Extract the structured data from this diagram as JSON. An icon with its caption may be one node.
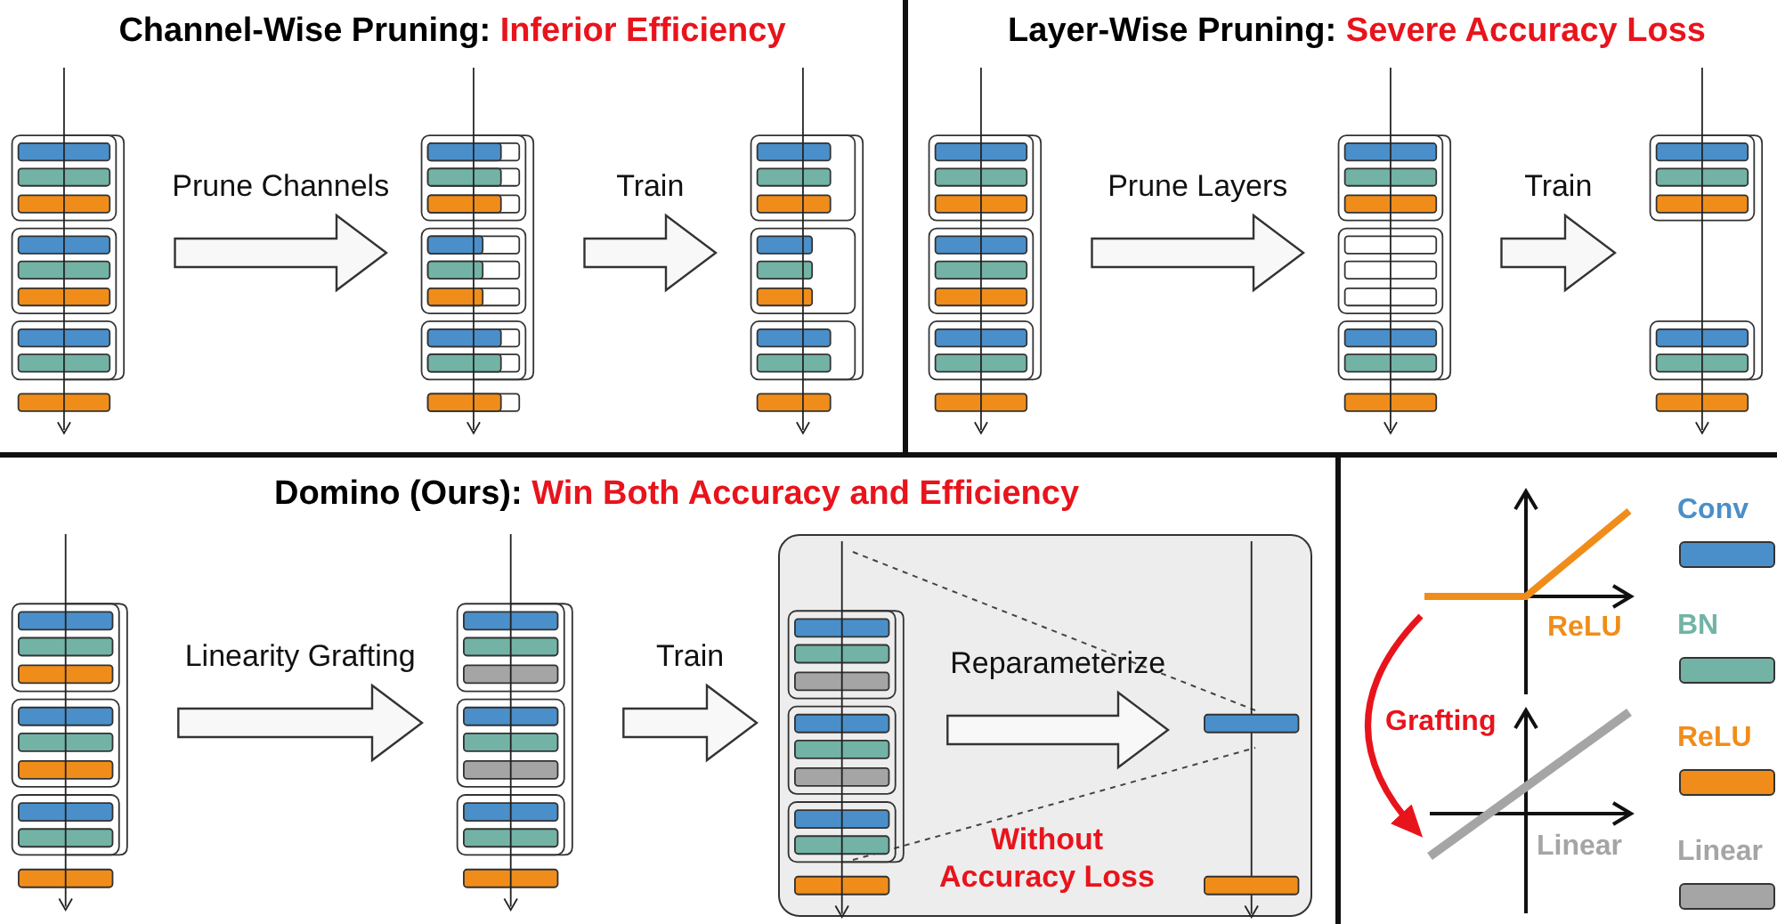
{
  "diagram": {
    "nodes": [
      {
        "text": [],
        "shape": "picture"
      },
      {
        "text": [],
        "shape": "picture"
      },
      {
        "text": [],
        "shape": "picture"
      },
      {
        "text": [],
        "shape": "picture"
      },
      {
        "text": [],
        "shape": "picture"
      },
      {
        "text": [],
        "shape": "picture"
      },
      {
        "text": [],
        "shape": "picture"
      },
      {
        "text": [],
        "shape": "picture"
      },
      {
        "text": [
          "Without Accuracy Loss"
        ]
      },
      {
        "text": [],
        "shape": "picture",
        "in": 8
      },
      {
        "text": [],
        "shape": "picture",
        "in": 8
      },
      {
        "text": [
          "ReLU"
        ]
      },
      {
        "text": [
          "Linear"
        ]
      }
    ],
    "edges": [
      {
        "from": 0,
        "to": 1,
        "arrow": "to",
        "label": "Prune Channels"
      },
      {
        "from": 1,
        "to": 2,
        "arrow": "to",
        "label": "Train"
      },
      {
        "from": 3,
        "to": 4,
        "arrow": "to",
        "label": "Prune Layers"
      },
      {
        "from": 4,
        "to": 5,
        "arrow": "to",
        "label": "Train"
      },
      {
        "from": 6,
        "to": 7,
        "arrow": "to",
        "label": "Linearity Grafting"
      },
      {
        "from": 7,
        "to": 8,
        "arrow": "to",
        "label": "Train"
      },
      {
        "from": 9,
        "to": 10,
        "arrow": "to",
        "label": "Reparameterize"
      },
      {
        "from": 11,
        "to": 12,
        "arrow": "to",
        "label": "Grafting",
        "color": "#e8141c"
      }
    ],
    "labels": [
      "Channel-Wise Pruning:",
      "Inferior Efficiency",
      "Layer-Wise Pruning:",
      "Severe Accuracy Loss",
      "Domino (Ours):",
      "Win Both Accuracy and Efficiency"
    ],
    "legend": [
      {
        "text": "Conv",
        "color": "#4a8fc9"
      },
      {
        "text": "BN",
        "color": "#72b3a6"
      },
      {
        "text": "ReLU",
        "color": "#f08d1a"
      },
      {
        "text": "Linear",
        "color": "#a5a5a5"
      }
    ]
  }
}
